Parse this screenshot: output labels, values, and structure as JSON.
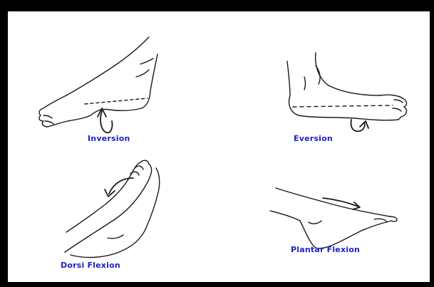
{
  "colors": {
    "caption": "#1a22c8",
    "line": "#1a1a1a",
    "border": "#000000",
    "background": "#ffffff"
  },
  "figures": [
    {
      "id": "inversion",
      "label": "Inversion",
      "icon": "foot-inversion-icon"
    },
    {
      "id": "eversion",
      "label": "Eversion",
      "icon": "foot-eversion-icon"
    },
    {
      "id": "dorsi-flexion",
      "label": "Dorsi Flexion",
      "icon": "foot-dorsi-flexion-icon"
    },
    {
      "id": "plantar-flexion",
      "label": "Plantar Flexion",
      "icon": "foot-plantar-flexion-icon"
    }
  ]
}
